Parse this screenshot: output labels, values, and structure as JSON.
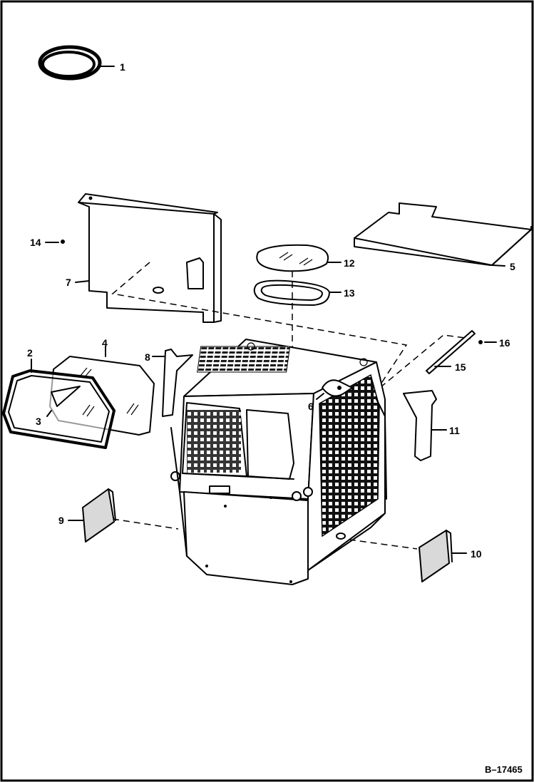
{
  "diagram": {
    "reference_code": "B–17465",
    "callouts": [
      {
        "id": "1",
        "label": "1"
      },
      {
        "id": "2",
        "label": "2"
      },
      {
        "id": "3",
        "label": "3"
      },
      {
        "id": "4",
        "label": "4"
      },
      {
        "id": "5",
        "label": "5"
      },
      {
        "id": "6",
        "label": "6"
      },
      {
        "id": "7",
        "label": "7"
      },
      {
        "id": "8",
        "label": "8"
      },
      {
        "id": "9",
        "label": "9"
      },
      {
        "id": "10",
        "label": "10"
      },
      {
        "id": "11",
        "label": "11"
      },
      {
        "id": "12",
        "label": "12"
      },
      {
        "id": "13",
        "label": "13"
      },
      {
        "id": "14",
        "label": "14"
      },
      {
        "id": "15",
        "label": "15"
      },
      {
        "id": "16",
        "label": "16"
      }
    ]
  }
}
